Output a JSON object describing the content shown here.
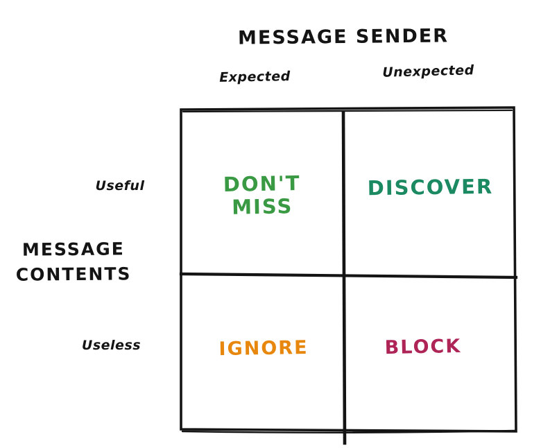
{
  "title": "MESSAGE SENDER",
  "axis": {
    "y_label_line1": "MESSAGE",
    "y_label_line2": "CONTENTS",
    "columns": [
      {
        "label": "Expected"
      },
      {
        "label": "Unexpected"
      }
    ],
    "rows": [
      {
        "label": "Useful"
      },
      {
        "label": "Useless"
      }
    ]
  },
  "quadrants": {
    "top_left": {
      "line1": "DON'T",
      "line2": "MISS",
      "color": "#3a9a43"
    },
    "top_right": {
      "line1": "DISCOVER",
      "line2": "",
      "color": "#1b8a62"
    },
    "bottom_left": {
      "line1": "IGNORE",
      "line2": "",
      "color": "#e8870e"
    },
    "bottom_right": {
      "line1": "BLOCK",
      "line2": "",
      "color": "#ae2456"
    }
  },
  "colors": {
    "ink": "#141414",
    "background": "#ffffff"
  },
  "chart_data": {
    "type": "table",
    "title": "MESSAGE SENDER",
    "x_axis_label": "MESSAGE SENDER",
    "y_axis_label": "MESSAGE CONTENTS",
    "columns": [
      "Expected",
      "Unexpected"
    ],
    "rows": [
      "Useful",
      "Useless"
    ],
    "cells": [
      [
        "DON'T MISS",
        "DISCOVER"
      ],
      [
        "IGNORE",
        "BLOCK"
      ]
    ]
  }
}
